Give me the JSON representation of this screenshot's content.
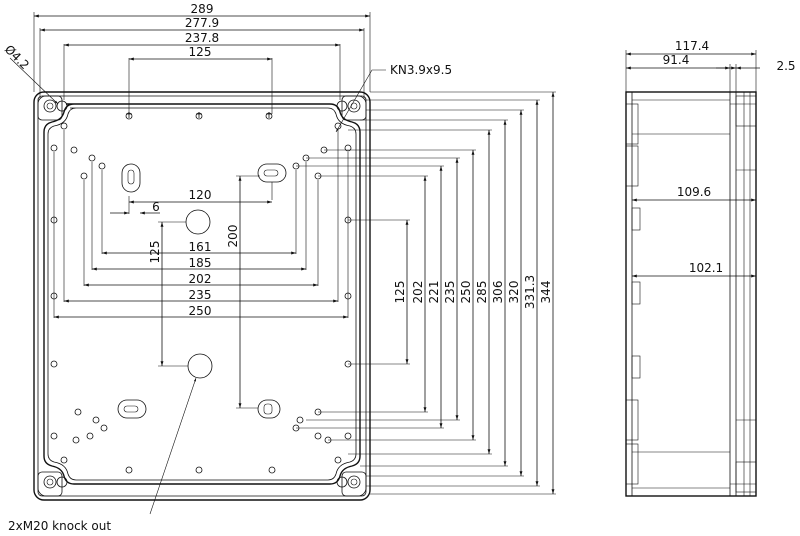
{
  "front": {
    "top_dims": [
      "289",
      "277.9",
      "237.8",
      "125"
    ],
    "hole_diameter": "Ø4.2",
    "knockout_note": "KN3.9x9.5",
    "inner_h_dims": [
      "120",
      "6",
      "161",
      "185",
      "202",
      "235",
      "250"
    ],
    "inner_v_dims": [
      "125",
      "200"
    ],
    "right_v_dims": [
      "125",
      "202",
      "221",
      "235",
      "250",
      "285",
      "306",
      "320",
      "331.3",
      "344"
    ],
    "bottom_note": "2xM20 knock out"
  },
  "side": {
    "top_dims": [
      "117.4",
      "91.4",
      "2.5"
    ],
    "depth_dims": [
      "109.6",
      "102.1"
    ]
  }
}
